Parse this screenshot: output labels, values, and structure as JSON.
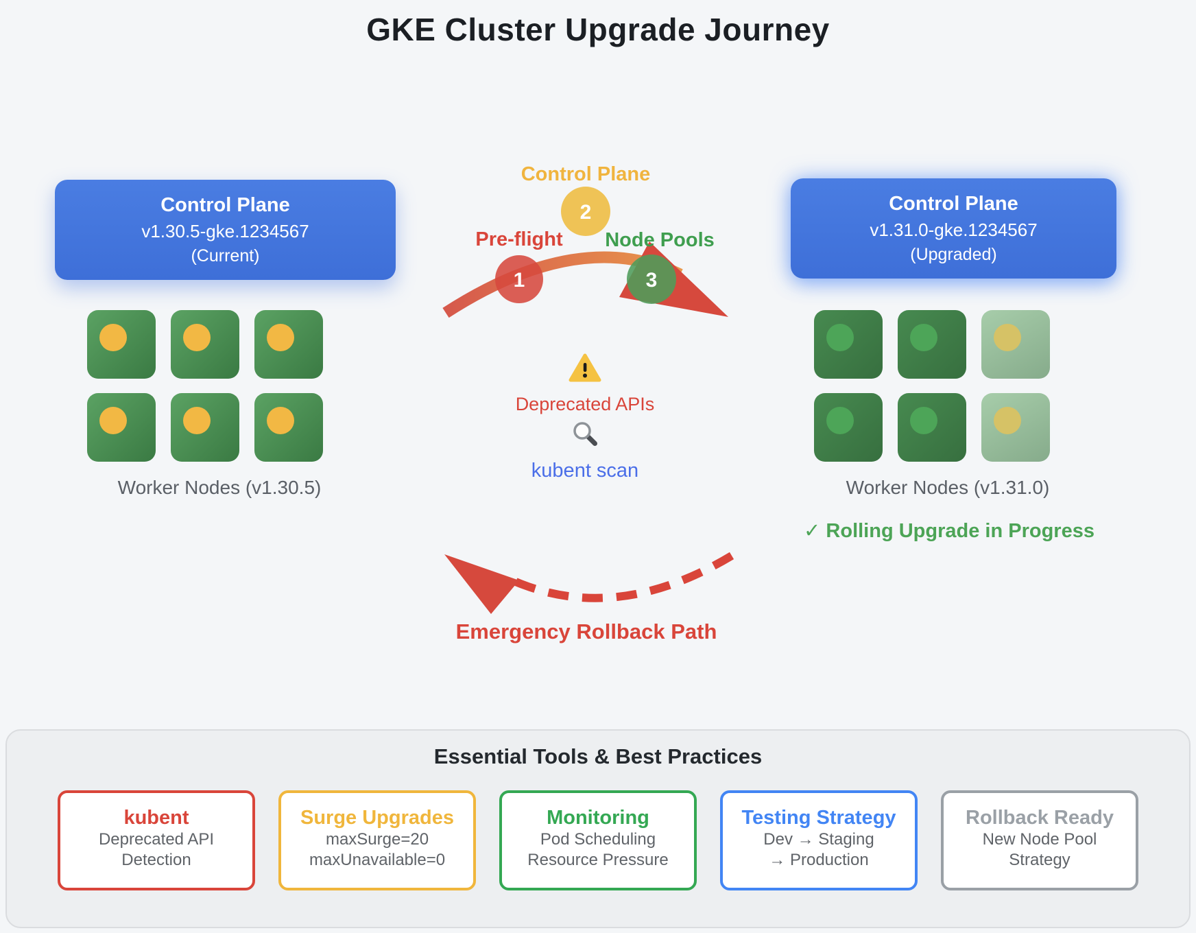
{
  "title": "GKE Cluster Upgrade Journey",
  "left_cluster": {
    "control_plane": {
      "title": "Control Plane",
      "version": "v1.30.5-gke.1234567",
      "state": "(Current)"
    },
    "nodes": [
      "current",
      "current",
      "current",
      "current",
      "current",
      "current"
    ],
    "label": "Worker Nodes (v1.30.5)"
  },
  "right_cluster": {
    "control_plane": {
      "title": "Control Plane",
      "version": "v1.31.0-gke.1234567",
      "state": "(Upgraded)"
    },
    "nodes": [
      "upgraded",
      "upgraded",
      "pending",
      "upgraded",
      "upgraded",
      "pending"
    ],
    "label": "Worker Nodes (v1.31.0)",
    "status": {
      "check": "✓",
      "label": "Rolling Upgrade in Progress",
      "color": "#4ca456"
    }
  },
  "upgrade_path": {
    "steps": [
      {
        "number": "1",
        "label": "Pre-flight",
        "circle_color": "#d6493d",
        "label_color": "#d9453a"
      },
      {
        "number": "2",
        "label": "Control Plane",
        "circle_color": "#eec14f",
        "label_color": "#f0b43e"
      },
      {
        "number": "3",
        "label": "Node Pools",
        "circle_color": "#4f9c5a",
        "label_color": "#3f9e4f"
      }
    ],
    "arrow_color": "#d6493d"
  },
  "scan": {
    "warning_label": "Deprecated APIs",
    "warning_color": "#d9453a",
    "tool_label": "kubent scan",
    "tool_color": "#4a6ee8",
    "warning_icon_color": "#f5c242"
  },
  "rollback": {
    "label": "Emergency Rollback Path",
    "color": "#d9453a"
  },
  "tools_panel": {
    "title": "Essential Tools & Best Practices",
    "cards": [
      {
        "title": "kubent",
        "line1": "Deprecated API",
        "line2": "Detection",
        "color": "#d9453a"
      },
      {
        "title": "Surge Upgrades",
        "line1": "maxSurge=20",
        "line2": "maxUnavailable=0",
        "color": "#f0b63c"
      },
      {
        "title": "Monitoring",
        "line1": "Pod Scheduling",
        "line2": "Resource Pressure",
        "color": "#34a853"
      },
      {
        "title": "Testing Strategy",
        "line1": "Dev → Staging",
        "line2": "→ Production",
        "color": "#4285f4"
      },
      {
        "title": "Rollback Ready",
        "line1": "New Node Pool",
        "line2": "Strategy",
        "color": "#9aa0a6"
      }
    ]
  }
}
